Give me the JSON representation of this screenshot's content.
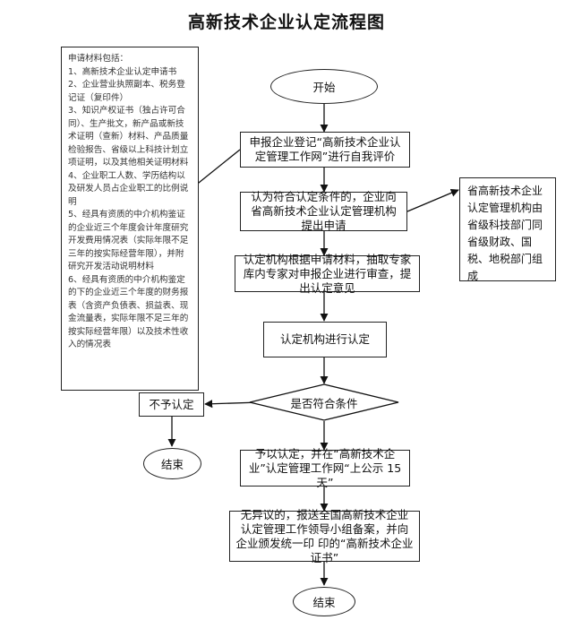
{
  "title": "高新技术企业认定流程图",
  "start": "开始",
  "step1": "申报企业登记“高新技术企业认定管理工作网”进行自我评价",
  "step2": "认为符合认定条件的，企业向省高新技术企业认定管理机构提出申请",
  "step3": "认定机构根据申请材料，抽取专家库内专家对申报企业进行审查，提出认定意见",
  "step4": "认定机构进行认定",
  "decision": "是否符合条件",
  "reject": "不予认定",
  "end_left": "结束",
  "step5": "予以认定，并在“高新技术企业”认定管理工作网“上公示 15 天”",
  "step6": "无异议的，报送全国高新技术企业认定管理工作领导小组备案，并向企业颁发统一印 印的“高新技术企业证书”",
  "end_bottom": "结束",
  "side_note": "省高新技术企业认定管理机构由省级科技部门同省级财政、国税、地税部门组成",
  "materials": [
    "申请材料包括：",
    "1、高新技术企业认定申请书",
    "2、企业营业执照副本、税务登记证（复印件）",
    "3、知识产权证书（独占许可合同）、生产批文，新产品或新技术证明（查新）材料、产品质量检验报告、省级以上科技计划立项证明，以及其他相关证明材料",
    "4、企业职工人数、学历结构以及研发人员占企业职工的比例说明",
    "5、经具有资质的中介机构鉴证的企业近三个年度会计年度研究开发费用情况表（实际年限不足三年的按实际经营年限），并附研究开发活动说明材料",
    "6、经具有资质的中介机构鉴定的下的企业近三个年度的财务报表（含资产负债表、损益表、现金流量表，实际年限不足三年的按实际经营年限）以及技术性收入的情况表"
  ]
}
